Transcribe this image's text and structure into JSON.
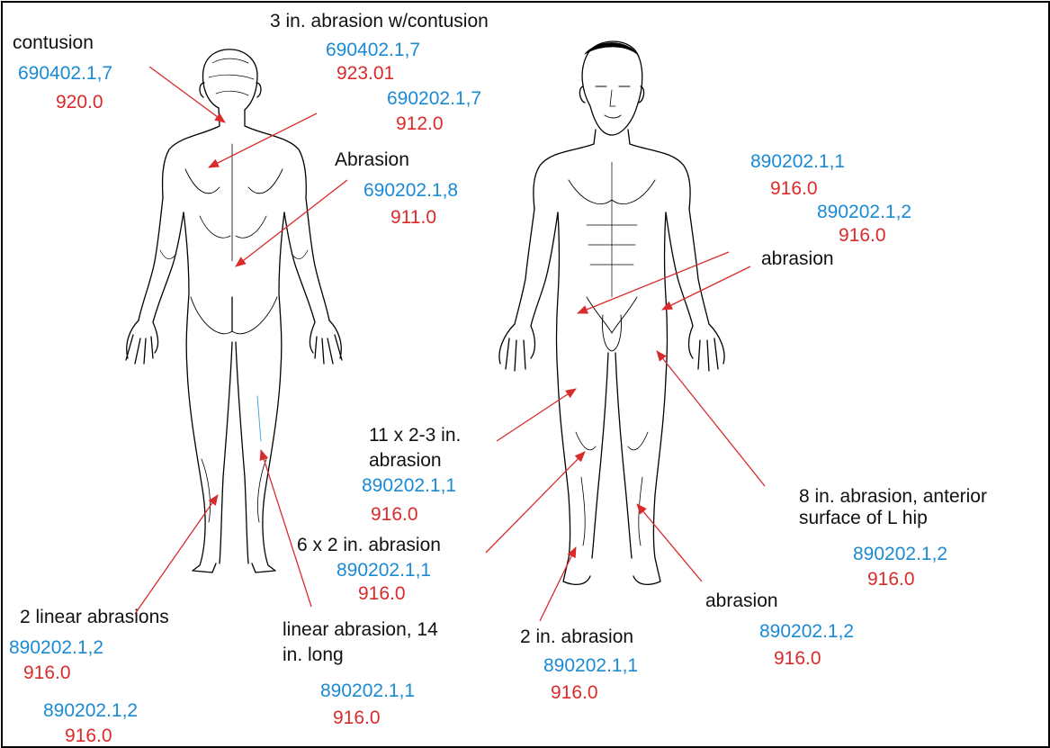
{
  "colors": {
    "code_blue": "#1a8ad4",
    "code_red": "#d92b2b",
    "arrow": "#d92b2b",
    "line": "#000000"
  },
  "annotations": [
    {
      "id": "contusion",
      "desc": "contusion",
      "codes": [
        {
          "code": "690402.1,7",
          "color": "blue"
        },
        {
          "code": "920.0",
          "color": "red"
        }
      ]
    },
    {
      "id": "abrasion-w-contusion",
      "desc": "3 in. abrasion w/contusion",
      "codes": [
        {
          "code": "690402.1,7",
          "color": "blue"
        },
        {
          "code": "923.01",
          "color": "red"
        },
        {
          "code": "690202.1,7",
          "color": "blue"
        },
        {
          "code": "912.0",
          "color": "red"
        }
      ]
    },
    {
      "id": "abrasion-back",
      "desc": "Abrasion",
      "codes": [
        {
          "code": "690202.1,8",
          "color": "blue"
        },
        {
          "code": "911.0",
          "color": "red"
        }
      ]
    },
    {
      "id": "abrasion-groin",
      "desc": "abrasion",
      "codes": [
        {
          "code": "890202.1,1",
          "color": "blue"
        },
        {
          "code": "916.0",
          "color": "red"
        },
        {
          "code": "890202.1,2",
          "color": "blue"
        },
        {
          "code": "916.0",
          "color": "red"
        }
      ]
    },
    {
      "id": "thigh-abrasion",
      "desc": "11 x 2-3 in. abrasion",
      "codes": [
        {
          "code": "890202.1,1",
          "color": "blue"
        },
        {
          "code": "916.0",
          "color": "red"
        }
      ]
    },
    {
      "id": "knee-abrasion",
      "desc": "6 x 2 in. abrasion",
      "codes": [
        {
          "code": "890202.1,1",
          "color": "blue"
        },
        {
          "code": "916.0",
          "color": "red"
        }
      ]
    },
    {
      "id": "hip-abrasion",
      "desc": "8 in. abrasion, anterior surface of L hip",
      "codes": [
        {
          "code": "890202.1,2",
          "color": "blue"
        },
        {
          "code": "916.0",
          "color": "red"
        }
      ]
    },
    {
      "id": "shin-abrasion",
      "desc": "abrasion",
      "codes": [
        {
          "code": "890202.1,2",
          "color": "blue"
        },
        {
          "code": "916.0",
          "color": "red"
        }
      ]
    },
    {
      "id": "foot-abrasion",
      "desc": "2 in. abrasion",
      "codes": [
        {
          "code": "890202.1,1",
          "color": "blue"
        },
        {
          "code": "916.0",
          "color": "red"
        }
      ]
    },
    {
      "id": "linear-abrasions",
      "desc": "2 linear abrasions",
      "codes": [
        {
          "code": "890202.1,2",
          "color": "blue"
        },
        {
          "code": "916.0",
          "color": "red"
        },
        {
          "code": "890202.1,2",
          "color": "blue"
        },
        {
          "code": "916.0",
          "color": "red"
        }
      ]
    },
    {
      "id": "linear-abrasion-14",
      "desc": "linear abrasion, 14 in. long",
      "codes": [
        {
          "code": "890202.1,1",
          "color": "blue"
        },
        {
          "code": "916.0",
          "color": "red"
        }
      ]
    }
  ]
}
